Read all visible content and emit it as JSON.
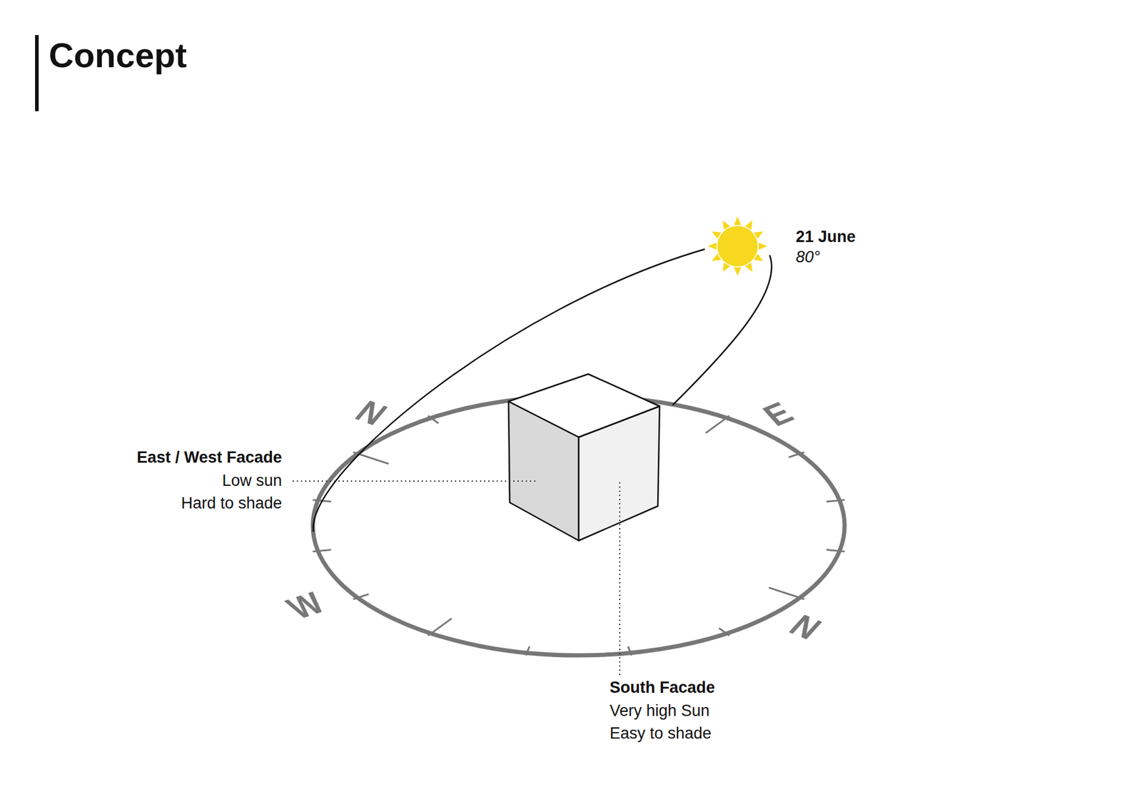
{
  "diagram": {
    "title": "Concept",
    "labels": [
      "21 June",
      "80°",
      "N",
      "E",
      "W",
      "N",
      "East / West Facade",
      "Low sun",
      "Hard to shade",
      "South Facade",
      "Very high Sun",
      "Easy to shade"
    ]
  }
}
